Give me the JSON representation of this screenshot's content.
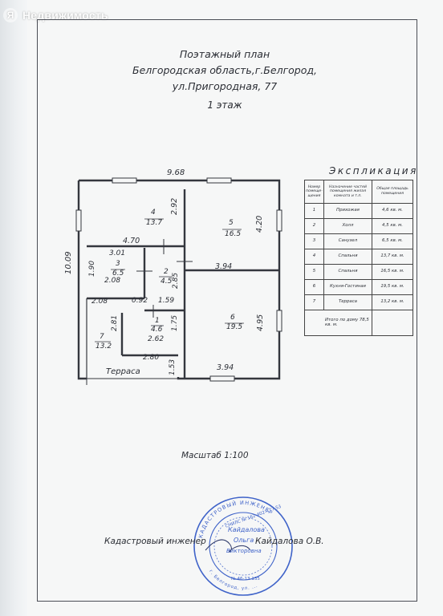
{
  "watermark": {
    "logo": "Я",
    "text": "Недвижимость"
  },
  "title": {
    "line1": "Поэтажный план",
    "line2": "Белгородская область,г.Белгород,",
    "line3": "ул.Пригородная,  77",
    "floor": "1 этаж"
  },
  "plan": {
    "dims": {
      "top_width": "9.68",
      "left_height": "10.09",
      "d292": "2.92",
      "d420": "4.20",
      "d470": "4.70",
      "d394a": "3.94",
      "d301": "3.01",
      "d190": "1.90",
      "d208a": "2.08",
      "d285": "2.85",
      "d092": "0.92",
      "d159": "1.59",
      "d208b": "2.08",
      "d281": "2.81",
      "d175": "1.75",
      "d262": "2.62",
      "d280": "2.80",
      "d153": "1.53",
      "d495": "4.95",
      "d394b": "3.94"
    },
    "rooms": [
      {
        "num": "4",
        "area": "13.7"
      },
      {
        "num": "5",
        "area": "16.5"
      },
      {
        "num": "3",
        "area": "6.5"
      },
      {
        "num": "2",
        "area": "4.5"
      },
      {
        "num": "1",
        "area": "4.6"
      },
      {
        "num": "6",
        "area": "19.5"
      },
      {
        "num": "7",
        "area": "13.2"
      }
    ],
    "terrace_label": "Терраса"
  },
  "explication": {
    "title": "Экспликация",
    "headers": {
      "num": "Номер помеще- щения",
      "purpose": "Назначение частей помещения жилая комната и т.п.",
      "area": "Общая площадь помещения"
    },
    "rows": [
      {
        "num": "1",
        "purpose": "Прихожая",
        "area": "4,6 кв. м."
      },
      {
        "num": "2",
        "purpose": "Холл",
        "area": "4,5 кв. м."
      },
      {
        "num": "3",
        "purpose": "Санузел",
        "area": "6,5 кв. м."
      },
      {
        "num": "4",
        "purpose": "Спальня",
        "area": "13,7 кв. м."
      },
      {
        "num": "5",
        "purpose": "Спальня",
        "area": "16,5 кв. м."
      },
      {
        "num": "6",
        "purpose": "Кухня-Гостиная",
        "area": "19,5 кв. м."
      },
      {
        "num": "7",
        "purpose": "Терраса",
        "area": "13,2 кв. м."
      }
    ],
    "total": "Итого по дому 78,5 кв. м."
  },
  "scale": "Масштаб 1:100",
  "engineer": {
    "label": "Кадастровый инженер",
    "name": "Кайдалова О.В."
  },
  "stamp": {
    "ring_top": "КАДАСТРОВЫЙ ИНЖЕНЕР",
    "snils": "СНИЛС № 162-402-477-53",
    "center1": "Кайдалова",
    "center2": "Ольга",
    "center3": "Викторовна",
    "ring_bottom": "г. Белгород, ул. ...",
    "cert": "№ 46-13-135"
  },
  "colors": {
    "ink": "#2b2e35",
    "stamp": "#3f63c9",
    "paper": "#f6f7f7"
  }
}
